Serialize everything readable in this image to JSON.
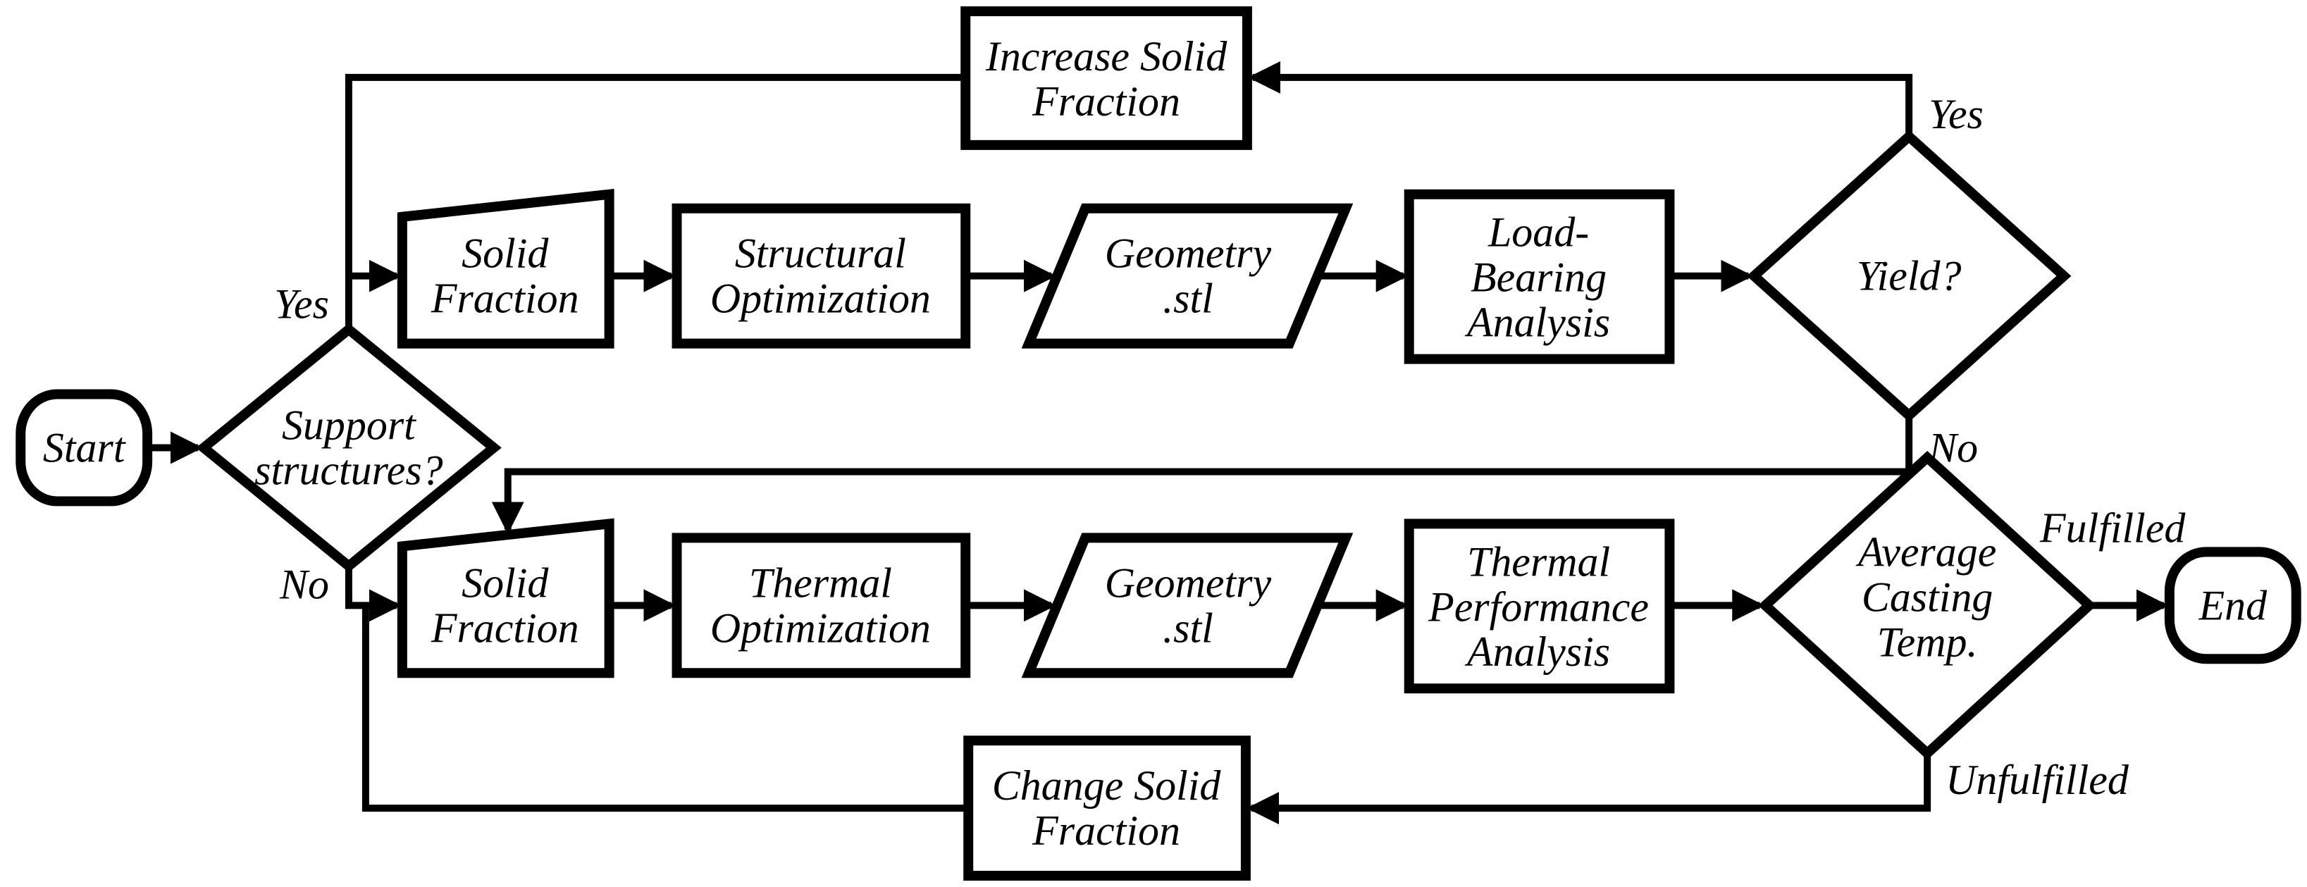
{
  "diagram": {
    "type": "flowchart",
    "background_color": "#ffffff",
    "ink_color": "#000000",
    "nodes": {
      "start": {
        "type": "terminator",
        "label": "Start"
      },
      "support_structures": {
        "type": "decision",
        "lines": [
          "Support",
          "structures?"
        ]
      },
      "increase_solid_fraction": {
        "type": "process",
        "lines": [
          "Increase Solid",
          "Fraction"
        ]
      },
      "solid_fraction_top": {
        "type": "manual-input",
        "lines": [
          "Solid",
          "Fraction"
        ]
      },
      "structural_optimization": {
        "type": "process",
        "lines": [
          "Structural",
          "Optimization"
        ]
      },
      "geometry_stl_top": {
        "type": "data",
        "lines": [
          "Geometry",
          ".stl"
        ]
      },
      "load_bearing_analysis": {
        "type": "process",
        "lines": [
          "Load-",
          "Bearing",
          "Analysis"
        ]
      },
      "yield": {
        "type": "decision",
        "label": "Yield?"
      },
      "solid_fraction_bottom": {
        "type": "manual-input",
        "lines": [
          "Solid",
          "Fraction"
        ]
      },
      "thermal_optimization": {
        "type": "process",
        "lines": [
          "Thermal",
          "Optimization"
        ]
      },
      "geometry_stl_bottom": {
        "type": "data",
        "lines": [
          "Geometry",
          ".stl"
        ]
      },
      "thermal_performance_analysis": {
        "type": "process",
        "lines": [
          "Thermal",
          "Performance",
          "Analysis"
        ]
      },
      "average_casting_temp": {
        "type": "decision",
        "lines": [
          "Average",
          "Casting",
          "Temp."
        ]
      },
      "end": {
        "type": "terminator",
        "label": "End"
      },
      "change_solid_fraction": {
        "type": "process",
        "lines": [
          "Change Solid",
          "Fraction"
        ]
      }
    },
    "edge_labels": {
      "support_yes": "Yes",
      "support_no": "No",
      "yield_yes": "Yes",
      "yield_no": "No",
      "fulfilled": "Fulfilled",
      "unfulfilled": "Unfulfilled"
    }
  }
}
